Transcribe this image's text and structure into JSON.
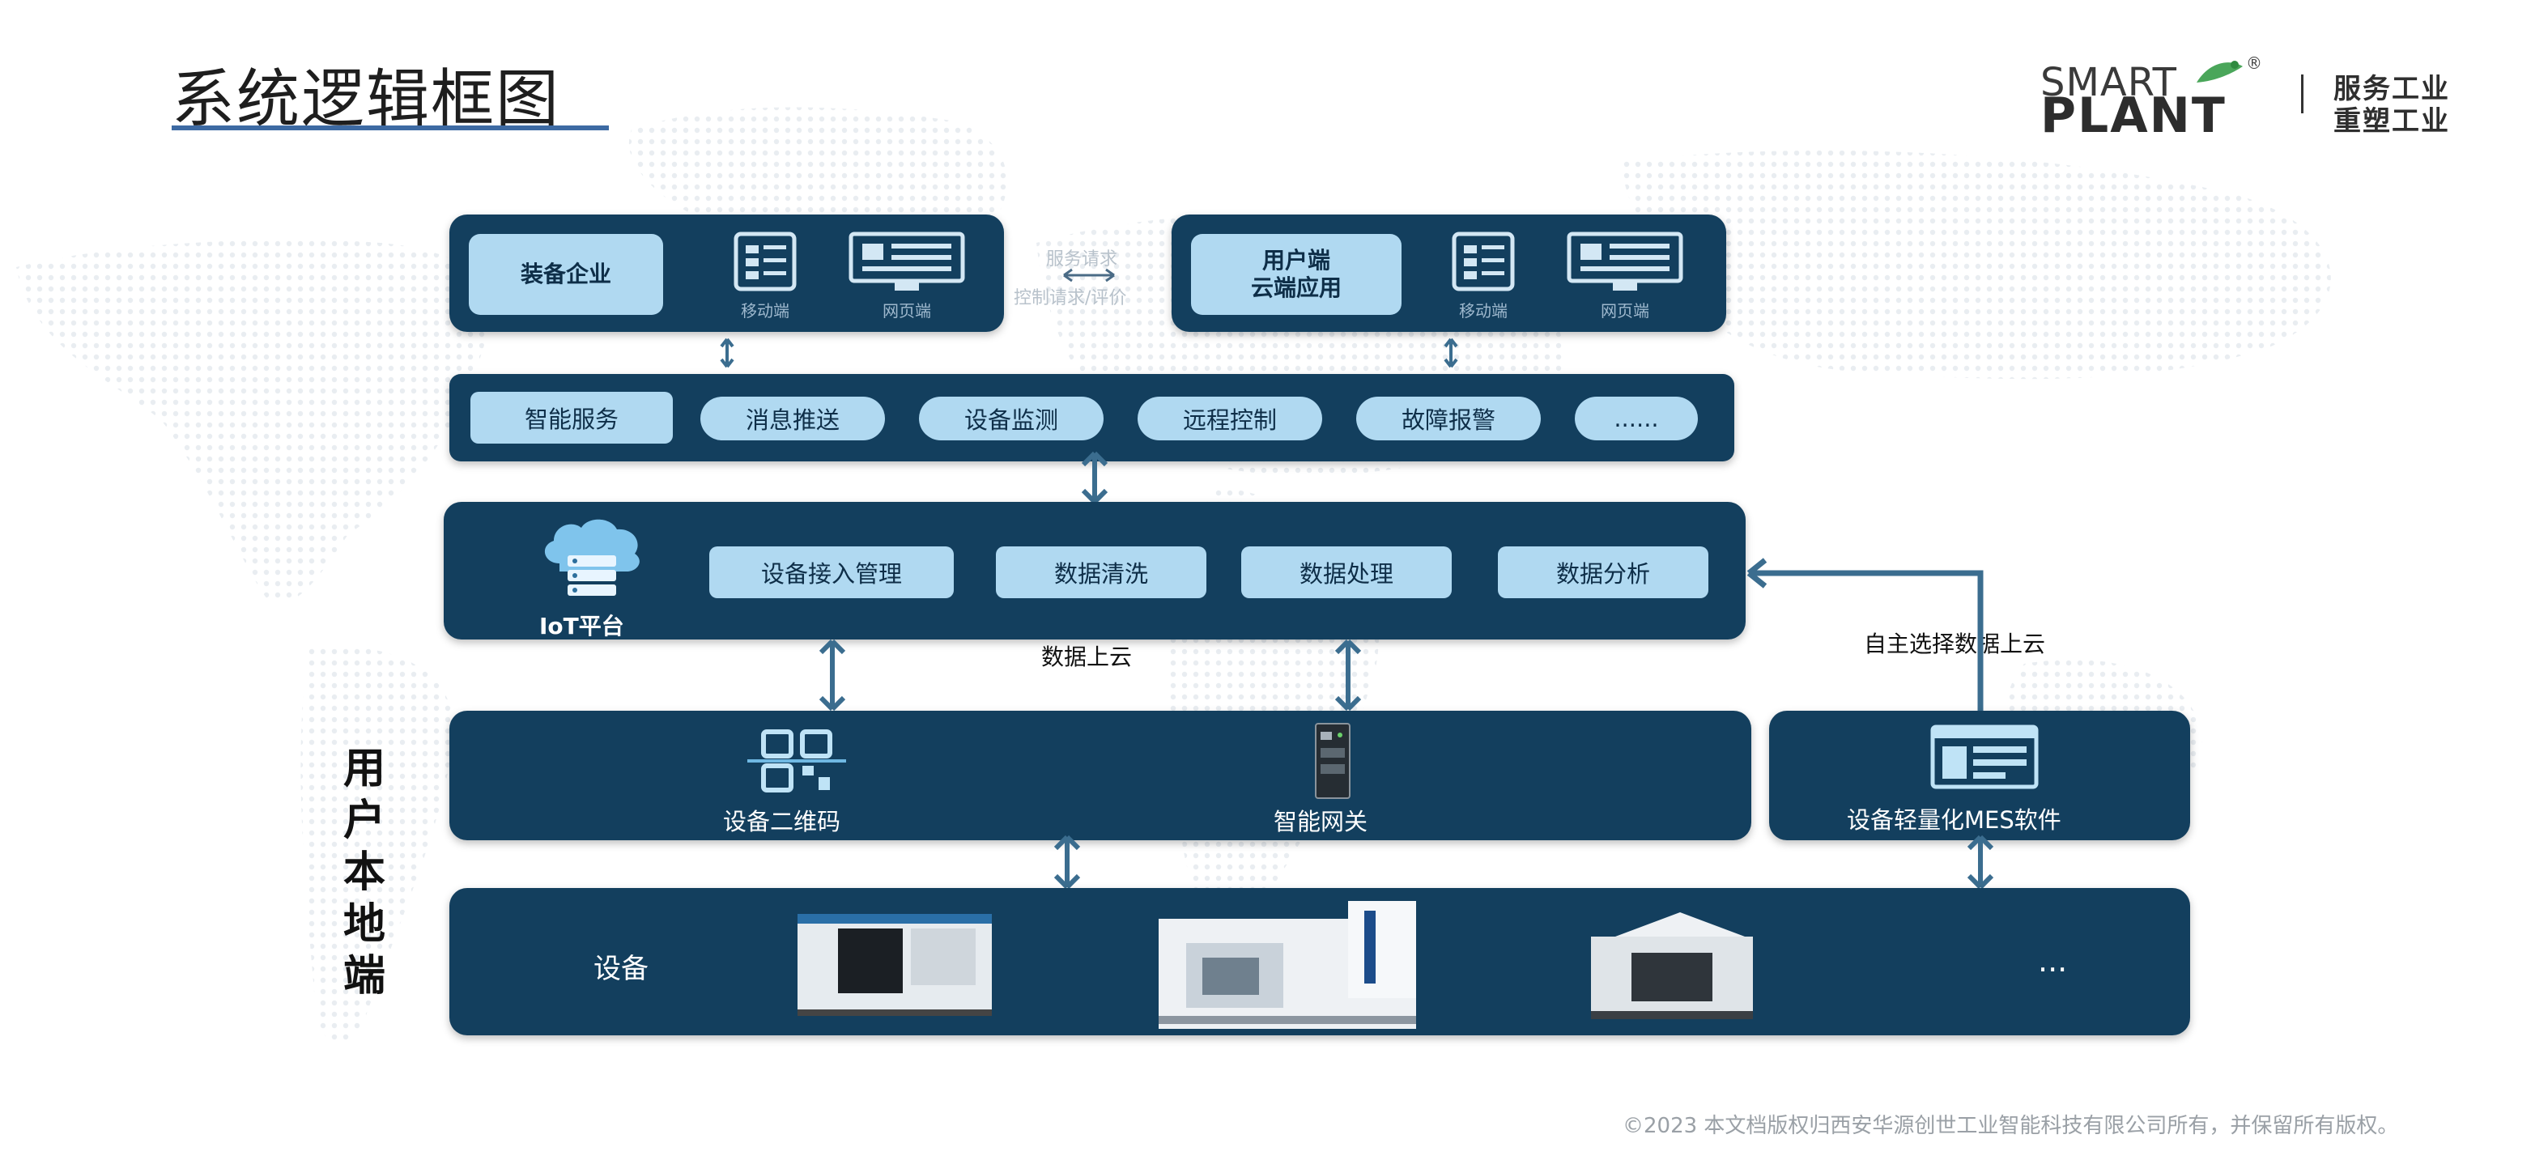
{
  "title": "系统逻辑框图",
  "logo": {
    "smart": "SMART",
    "plant": "PLANT",
    "reg": "®",
    "slogan_line1": "服务工业",
    "slogan_line2": "重塑工业"
  },
  "top_left_panel": {
    "label": "装备企业",
    "icon1_label": "移动端",
    "icon2_label": "网页端"
  },
  "top_right_panel": {
    "label_line1": "用户端",
    "label_line2": "云端应用",
    "icon1_label": "移动端",
    "icon2_label": "网页端"
  },
  "middle_faint_text": {
    "line1": "服务请求",
    "line2": "控制请求/评价"
  },
  "service_bar": {
    "items": [
      "智能服务",
      "消息推送",
      "设备监测",
      "远程控制",
      "故障报警",
      "......"
    ]
  },
  "iot_platform": {
    "label": "IoT平台",
    "modules": [
      "设备接入管理",
      "数据清洗",
      "数据处理",
      "数据分析"
    ]
  },
  "data_upload_label": "数据上云",
  "self_upload_label": "自主选择数据上云",
  "local_side_label": [
    "用",
    "户",
    "本",
    "地",
    "端"
  ],
  "local_panel": {
    "qr_label": "设备二维码",
    "gateway_label": "智能网关"
  },
  "mes_panel": {
    "label": "设备轻量化MES软件"
  },
  "equipment_panel": {
    "label": "设备",
    "more": "..."
  },
  "copyright": "©2023 本文档版权归西安华源创世工业智能科技有限公司所有，并保留所有版权。",
  "colors": {
    "panel": "#133f5e",
    "light_box": "#b0d9f1",
    "arrow": "#3b6d8f",
    "title_underline": "#3d6aa3"
  }
}
